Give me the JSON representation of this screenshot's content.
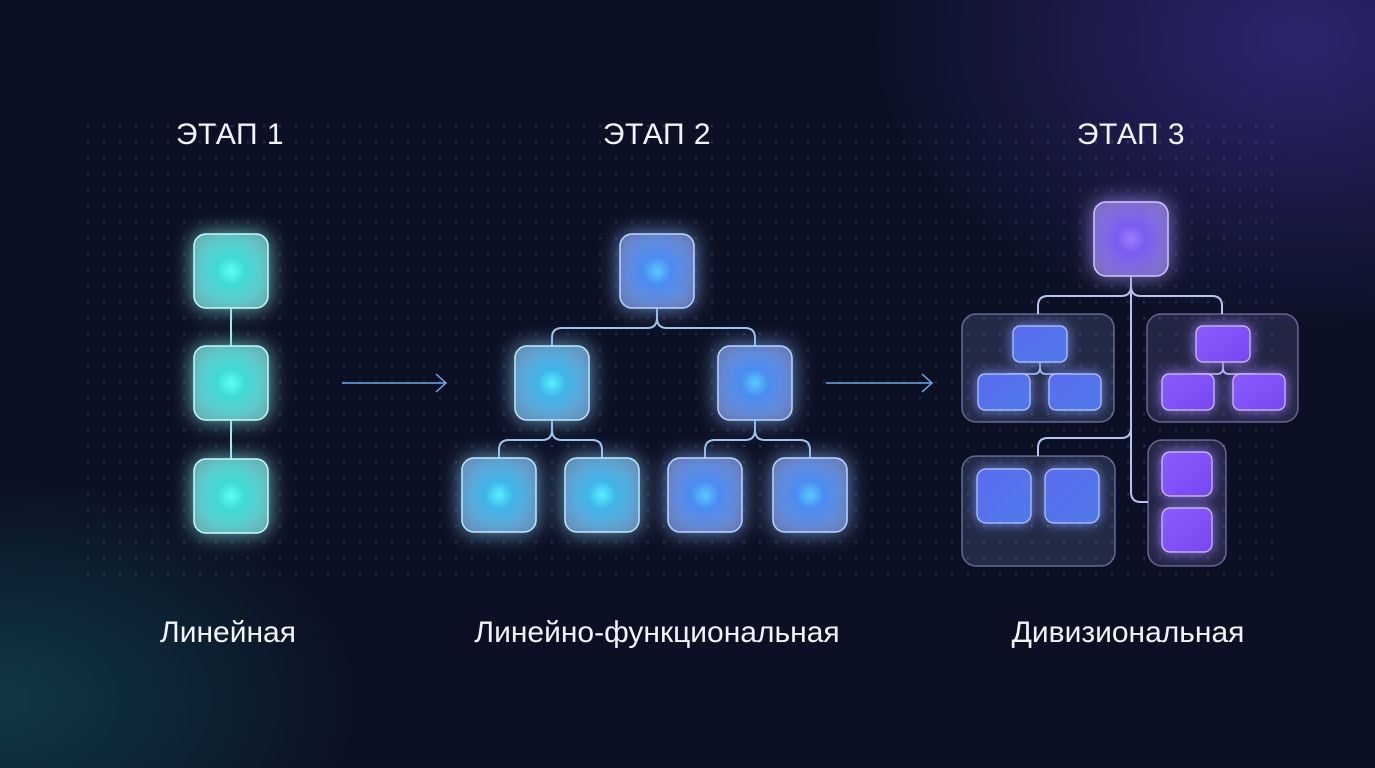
{
  "stages": [
    {
      "title": "ЭТАП 1",
      "caption": "Линейная"
    },
    {
      "title": "ЭТАП 2",
      "caption": "Линейно-функциональная"
    },
    {
      "title": "ЭТАП 3",
      "caption": "Дивизиональная"
    }
  ],
  "colors": {
    "background": "#0b1024",
    "teal_node": "#38e8e0",
    "blue_node": "#4a8cff",
    "purple_node": "#8a5cff",
    "connector": "#8fb6e8",
    "arrow": "#6fa8e8"
  }
}
